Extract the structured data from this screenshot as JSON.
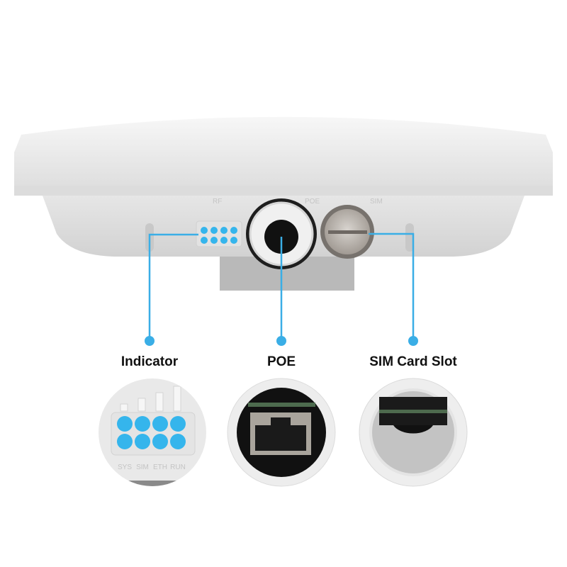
{
  "device": {
    "engraving_rf": "RF",
    "engraving_poe": "POE",
    "engraving_sim": "SIM",
    "led_labels": [
      "SYS",
      "SIM",
      "ETH",
      "RUN"
    ]
  },
  "callouts": [
    {
      "label": "Indicator"
    },
    {
      "label": "POE"
    },
    {
      "label": "SIM Card Slot"
    }
  ],
  "colors": {
    "accent": "#3aaee6",
    "led": "#35b5ec",
    "body": "#ececec"
  }
}
